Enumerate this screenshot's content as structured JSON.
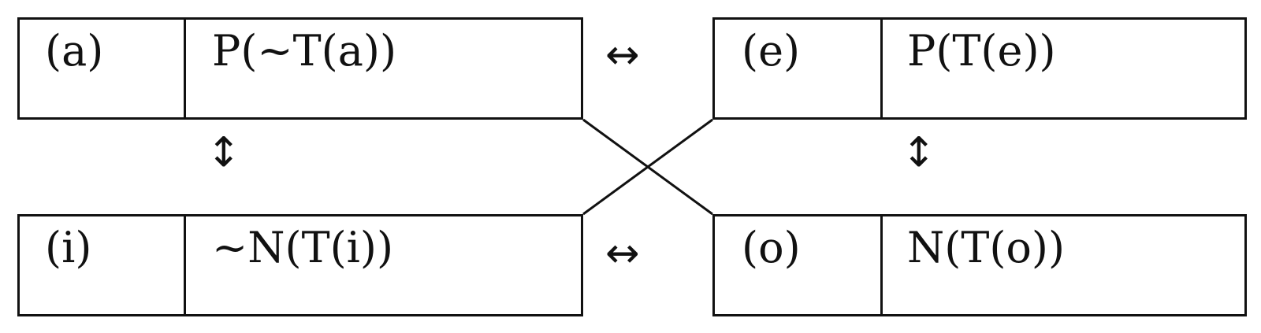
{
  "diagram": {
    "boxes": {
      "a": {
        "label": "(a)",
        "formula": "P(~T(a))"
      },
      "e": {
        "label": "(e)",
        "formula": "P(T(e))"
      },
      "i": {
        "label": "(i)",
        "formula": "~N(T(i))"
      },
      "o": {
        "label": "(o)",
        "formula": "N(T(o))"
      }
    },
    "arrows": {
      "horizontal": "↔",
      "vertical": "↕"
    }
  }
}
